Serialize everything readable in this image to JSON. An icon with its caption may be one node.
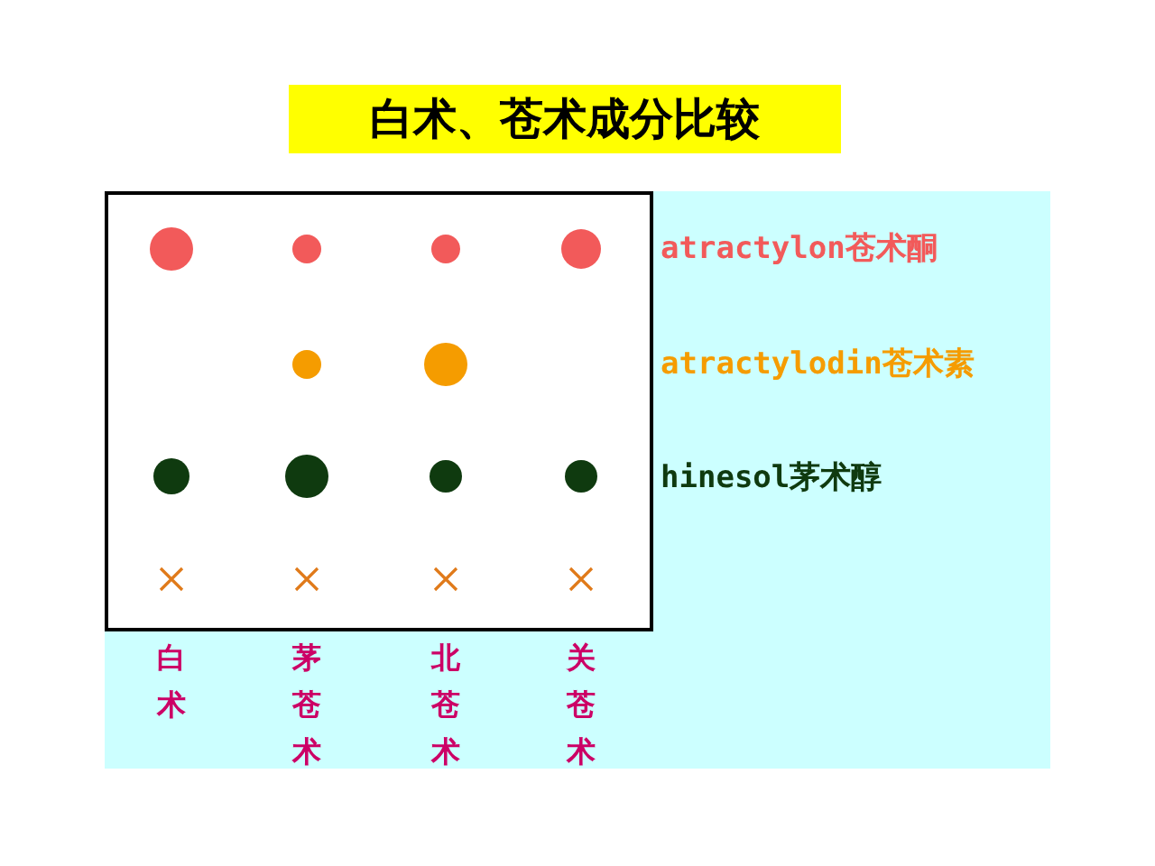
{
  "diagram": {
    "title": "白术、苍术成分比较",
    "labels": [
      "atractylon苍术酮",
      "atractylodin苍术素",
      "hinesol茅术醇",
      "白术",
      "茅苍术",
      "北苍术",
      "关苍术"
    ]
  }
}
